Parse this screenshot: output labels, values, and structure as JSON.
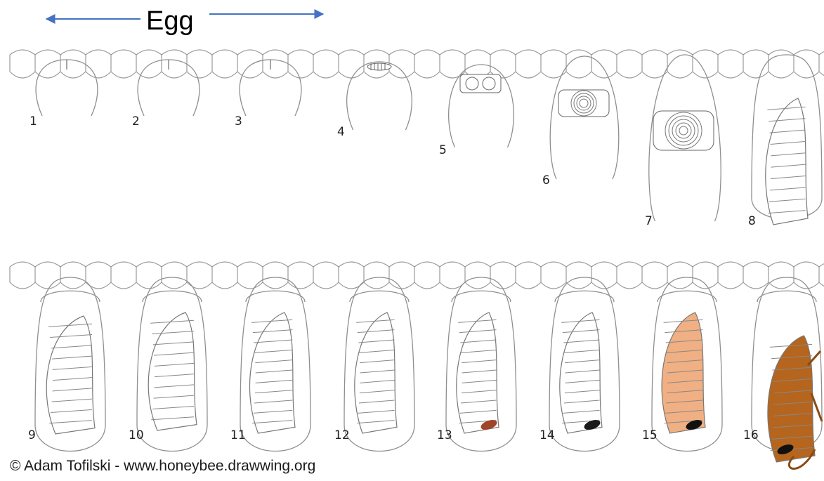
{
  "title": "Egg",
  "colors": {
    "arrow": "#4472C4",
    "line": "#9a9a9a",
    "dark_line": "#555555",
    "stage15_fill": "#F0B083",
    "stage16_fill": "#B5651D",
    "eye13": "#A0442A",
    "eye14": "#1a1a1a"
  },
  "stages": [
    {
      "label": "1"
    },
    {
      "label": "2"
    },
    {
      "label": "3"
    },
    {
      "label": "4"
    },
    {
      "label": "5"
    },
    {
      "label": "6"
    },
    {
      "label": "7"
    },
    {
      "label": "8"
    },
    {
      "label": "9"
    },
    {
      "label": "10"
    },
    {
      "label": "11"
    },
    {
      "label": "12"
    },
    {
      "label": "13"
    },
    {
      "label": "14"
    },
    {
      "label": "15"
    },
    {
      "label": "16"
    }
  ],
  "credit": "© Adam Tofilski - www.honeybee.drawwing.org"
}
